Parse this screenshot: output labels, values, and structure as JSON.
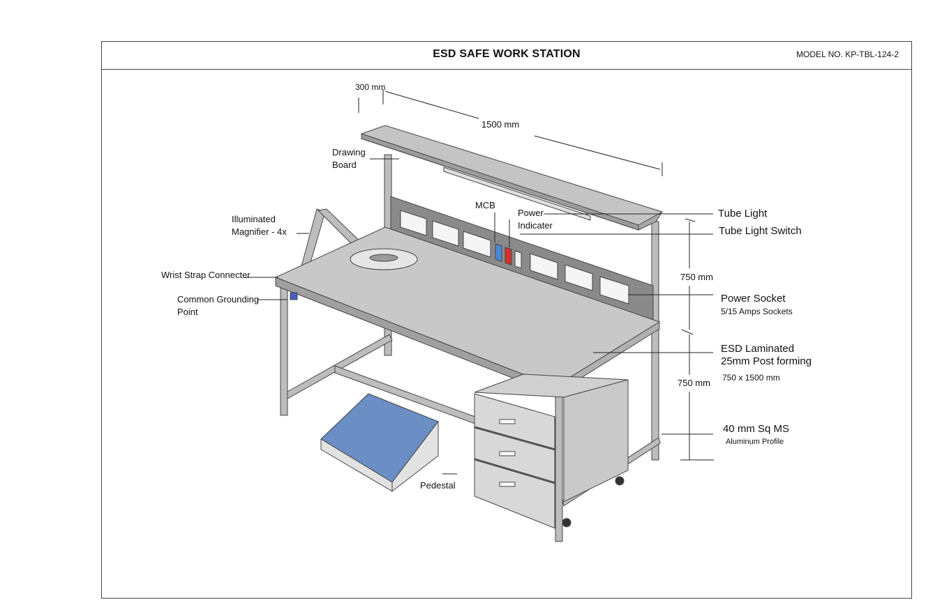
{
  "header": {
    "title": "ESD SAFE WORK STATION",
    "model": "MODEL NO. KP-TBL-124-2"
  },
  "dimensions": {
    "depth": "300 mm",
    "width": "1500 mm",
    "upper_height": "750 mm",
    "lower_height": "750 mm"
  },
  "labels": {
    "drawing_board": [
      "Drawing",
      "Board"
    ],
    "magnifier": [
      "Illuminated",
      "Magnifier - 4x"
    ],
    "wrist_strap": "Wrist Strap Connecter",
    "grounding": [
      "Common Grounding",
      "Point"
    ],
    "mcb": "MCB",
    "power_indicator": [
      "Power",
      "Indicater"
    ],
    "tube_light": "Tube Light",
    "tube_light_switch": "Tube Light Switch",
    "power_socket": "Power Socket",
    "power_socket_sub": "5/15 Amps Sockets",
    "esd_laminated": [
      "ESD Laminated",
      "25mm Post forming"
    ],
    "esd_size": "750 x 1500 mm",
    "profile": "40 mm Sq MS",
    "profile_sub": "Aluminum Profile",
    "pedestal": "Pedestal"
  },
  "colors": {
    "frame_gray": "#bdbdbd",
    "table_top": "#c8c8c8",
    "panel_dark": "#8a8a8a",
    "footrest_top": "#6b8fc4",
    "mcb_blue": "#4a88d8",
    "indicator_red": "#d83030"
  }
}
